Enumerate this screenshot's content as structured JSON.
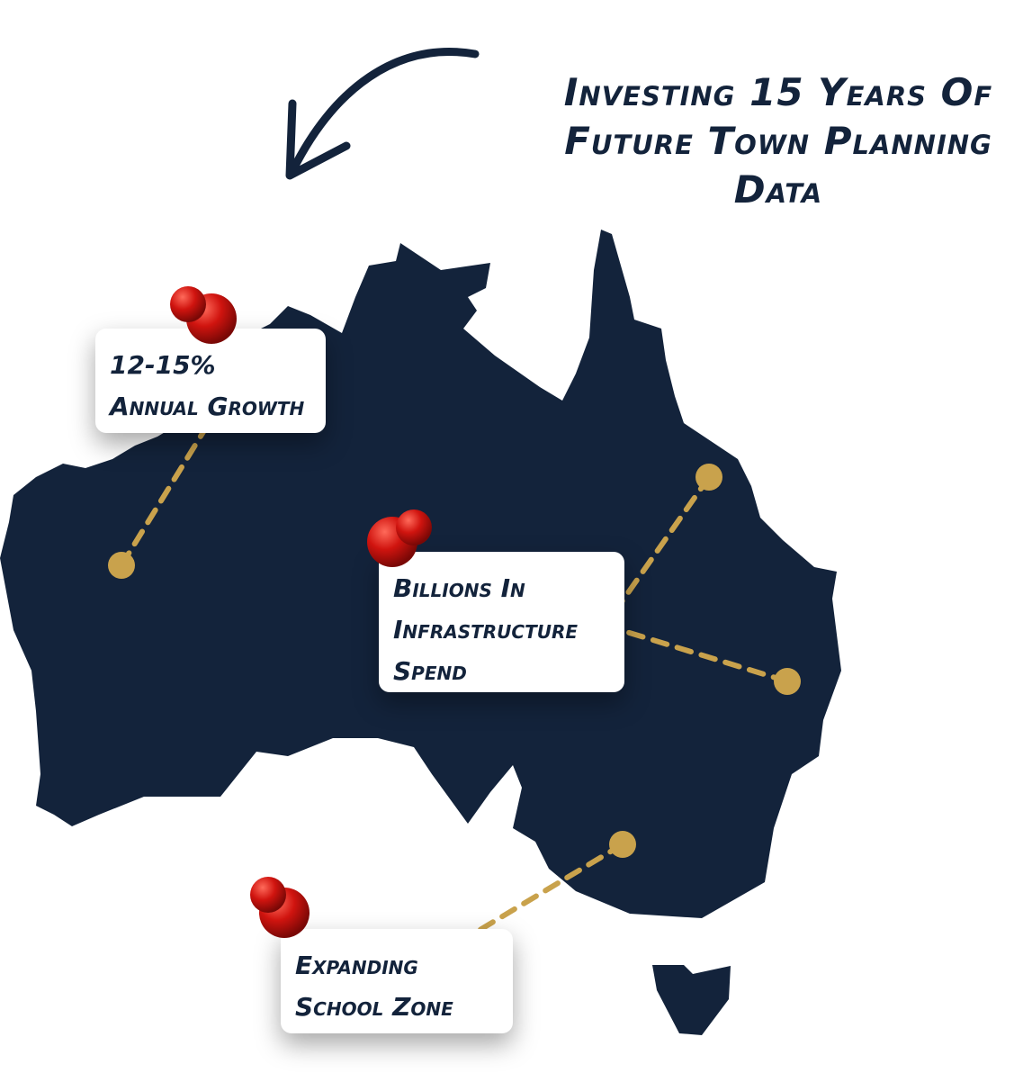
{
  "title": "Investing 15 Years Of Future Town Planning Data",
  "cards": [
    {
      "label": "12-15% Annual Growth"
    },
    {
      "label": "Billions In Infrastructure Spend"
    },
    {
      "label": "Expanding School Zone"
    }
  ],
  "colors": {
    "map": "#13233b",
    "dot": "#c9a24c",
    "pin": "#d0140f",
    "text": "#13233b"
  },
  "icons": [
    "arrow-icon",
    "pushpin-icon",
    "location-dot-icon"
  ]
}
